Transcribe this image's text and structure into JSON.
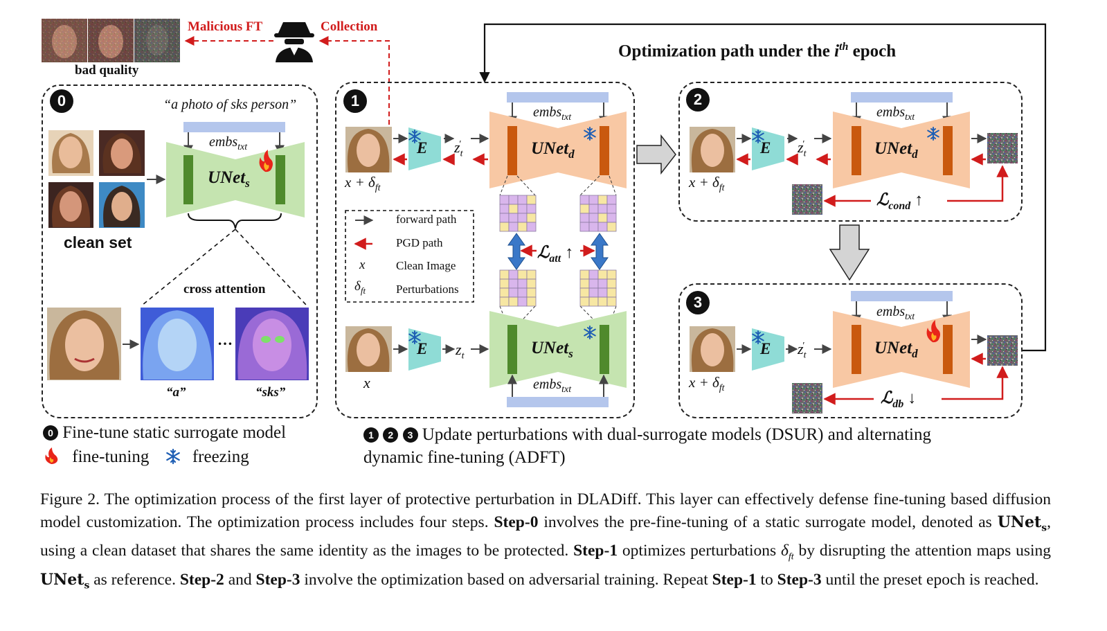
{
  "top": {
    "malicious_label": "Malicious FT",
    "collection_label": "Collection",
    "bad_quality_label": "bad quality",
    "optimization_title_pre": "Optimization path under the ",
    "optimization_title_i": "i",
    "optimization_title_sup": "th",
    "optimization_title_post": " epoch"
  },
  "panel0": {
    "number": "0",
    "prompt": "“a photo of sks person”",
    "clean_set_label": "clean set",
    "embs_label": "embs",
    "embs_sub": "txt",
    "unet_label": "UNet",
    "unet_sub": "s",
    "cross_attention_label": "cross attention",
    "ellipsis": "…",
    "token_a": "“a”",
    "token_sks": "“sks”"
  },
  "panel1": {
    "number": "1",
    "encoder_label": "E",
    "zt_top": "z",
    "zt_top_sub": "t",
    "zt_top_prime": "′",
    "zt_bottom": "z",
    "zt_bottom_sub": "t",
    "unet_top_label": "UNet",
    "unet_top_sub": "d",
    "unet_bottom_label": "UNet",
    "unet_bottom_sub": "s",
    "embs_label": "embs",
    "embs_sub": "txt",
    "x_delta_label": "x + δ",
    "x_delta_sub": "ft",
    "x_label": "x",
    "loss_label": "ℒ",
    "loss_sub": "att",
    "loss_arrow": "↑",
    "legend": [
      {
        "symbol": "→",
        "text": "forward path"
      },
      {
        "symbol": "←",
        "text": "PGD path"
      },
      {
        "symbol": "x",
        "text": "Clean Image"
      },
      {
        "symbol": "δ",
        "symbol_sub": "ft",
        "text": "Perturbations"
      }
    ]
  },
  "panel2": {
    "number": "2",
    "encoder_label": "E",
    "zt": "z",
    "zt_sub": "t",
    "zt_prime": "′",
    "unet_label": "UNet",
    "unet_sub": "d",
    "embs_label": "embs",
    "embs_sub": "txt",
    "x_delta_label": "x + δ",
    "x_delta_sub": "ft",
    "loss_label": "ℒ",
    "loss_sub": "cond",
    "loss_arrow": "↑"
  },
  "panel3": {
    "number": "3",
    "encoder_label": "E",
    "zt": "z",
    "zt_sub": "t",
    "zt_prime": "′",
    "unet_label": "UNet",
    "unet_sub": "d",
    "embs_label": "embs",
    "embs_sub": "txt",
    "x_delta_label": "x + δ",
    "x_delta_sub": "ft",
    "loss_label": "ℒ",
    "loss_sub": "db",
    "loss_arrow": "↓"
  },
  "bottom_left": {
    "marker": "0",
    "line1": "Fine-tune static surrogate model",
    "fire_label": "fine-tuning",
    "snow_label": "freezing"
  },
  "bottom_right": {
    "markers": [
      "1",
      "2",
      "3"
    ],
    "line1": "Update perturbations with dual-surrogate models (DSUR) and alternating",
    "line2": "dynamic fine-tuning (ADFT)"
  },
  "caption": {
    "p1": "Figure 2. The optimization process of the first layer of protective perturbation in DLADiff. This layer can effectively defense fine-tuning based diffusion model customization. The optimization process includes four steps. ",
    "b1": "Step-0",
    "p2": " involves the pre-fine-tuning of a static surrogate model, denoted as ",
    "m1": "UNet",
    "m1_sub": "s",
    "p3": ", using a clean dataset that shares the same identity as the images to be protected. ",
    "b2": "Step-1",
    "p4": " optimizes perturbations ",
    "m2": "δ",
    "m2_sub": "ft",
    "p5": " by disrupting the attention maps using ",
    "m3": "UNet",
    "m3_sub": "s",
    "p6": " as reference. ",
    "b3": "Step-2",
    "p7": " and ",
    "b4": "Step-3",
    "p8": " involve the optimization based on adversarial training. Repeat ",
    "b5": "Step-1",
    "p9": " to ",
    "b6": "Step-3",
    "p10": " until the preset epoch is reached."
  },
  "colors": {
    "unet_green": "#c5e4b0",
    "unet_green_bar": "#4f8a2c",
    "unet_orange": "#f8c8a4",
    "unet_orange_bar": "#c9590e",
    "encoder_cyan": "#8fdcd6",
    "embs_blue": "#b4c6ec",
    "pgd_red": "#d11c1c",
    "attention_purple": "#d9b6ec",
    "attention_yellow": "#f7e7a3",
    "double_arrow_blue": "#3a78c8"
  }
}
